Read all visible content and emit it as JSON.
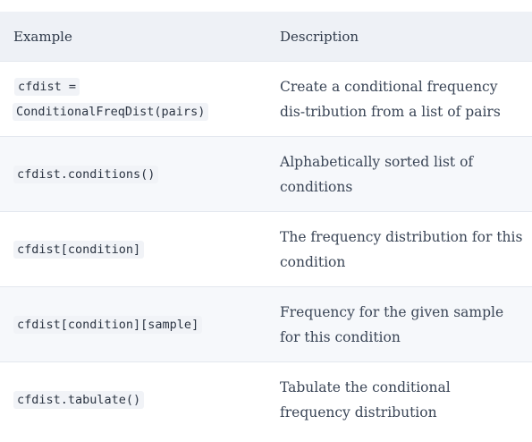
{
  "table": {
    "headers": {
      "example": "Example",
      "description": "Description"
    },
    "rows": [
      {
        "example_line1": "cfdist =",
        "example_line2": "ConditionalFreqDist(pairs)",
        "description": "Create a conditional frequency dis-tribution from a list of pairs"
      },
      {
        "example_line1": "cfdist.conditions()",
        "description": "Alphabetically sorted list of conditions"
      },
      {
        "example_line1": "cfdist[condition]",
        "description": "The frequency distribution for this condition"
      },
      {
        "example_line1": "cfdist[condition][sample]",
        "description": "Frequency for the given sample for this condition"
      },
      {
        "example_line1": "cfdist.tabulate()",
        "description": "Tabulate the conditional frequency distribution"
      }
    ]
  }
}
